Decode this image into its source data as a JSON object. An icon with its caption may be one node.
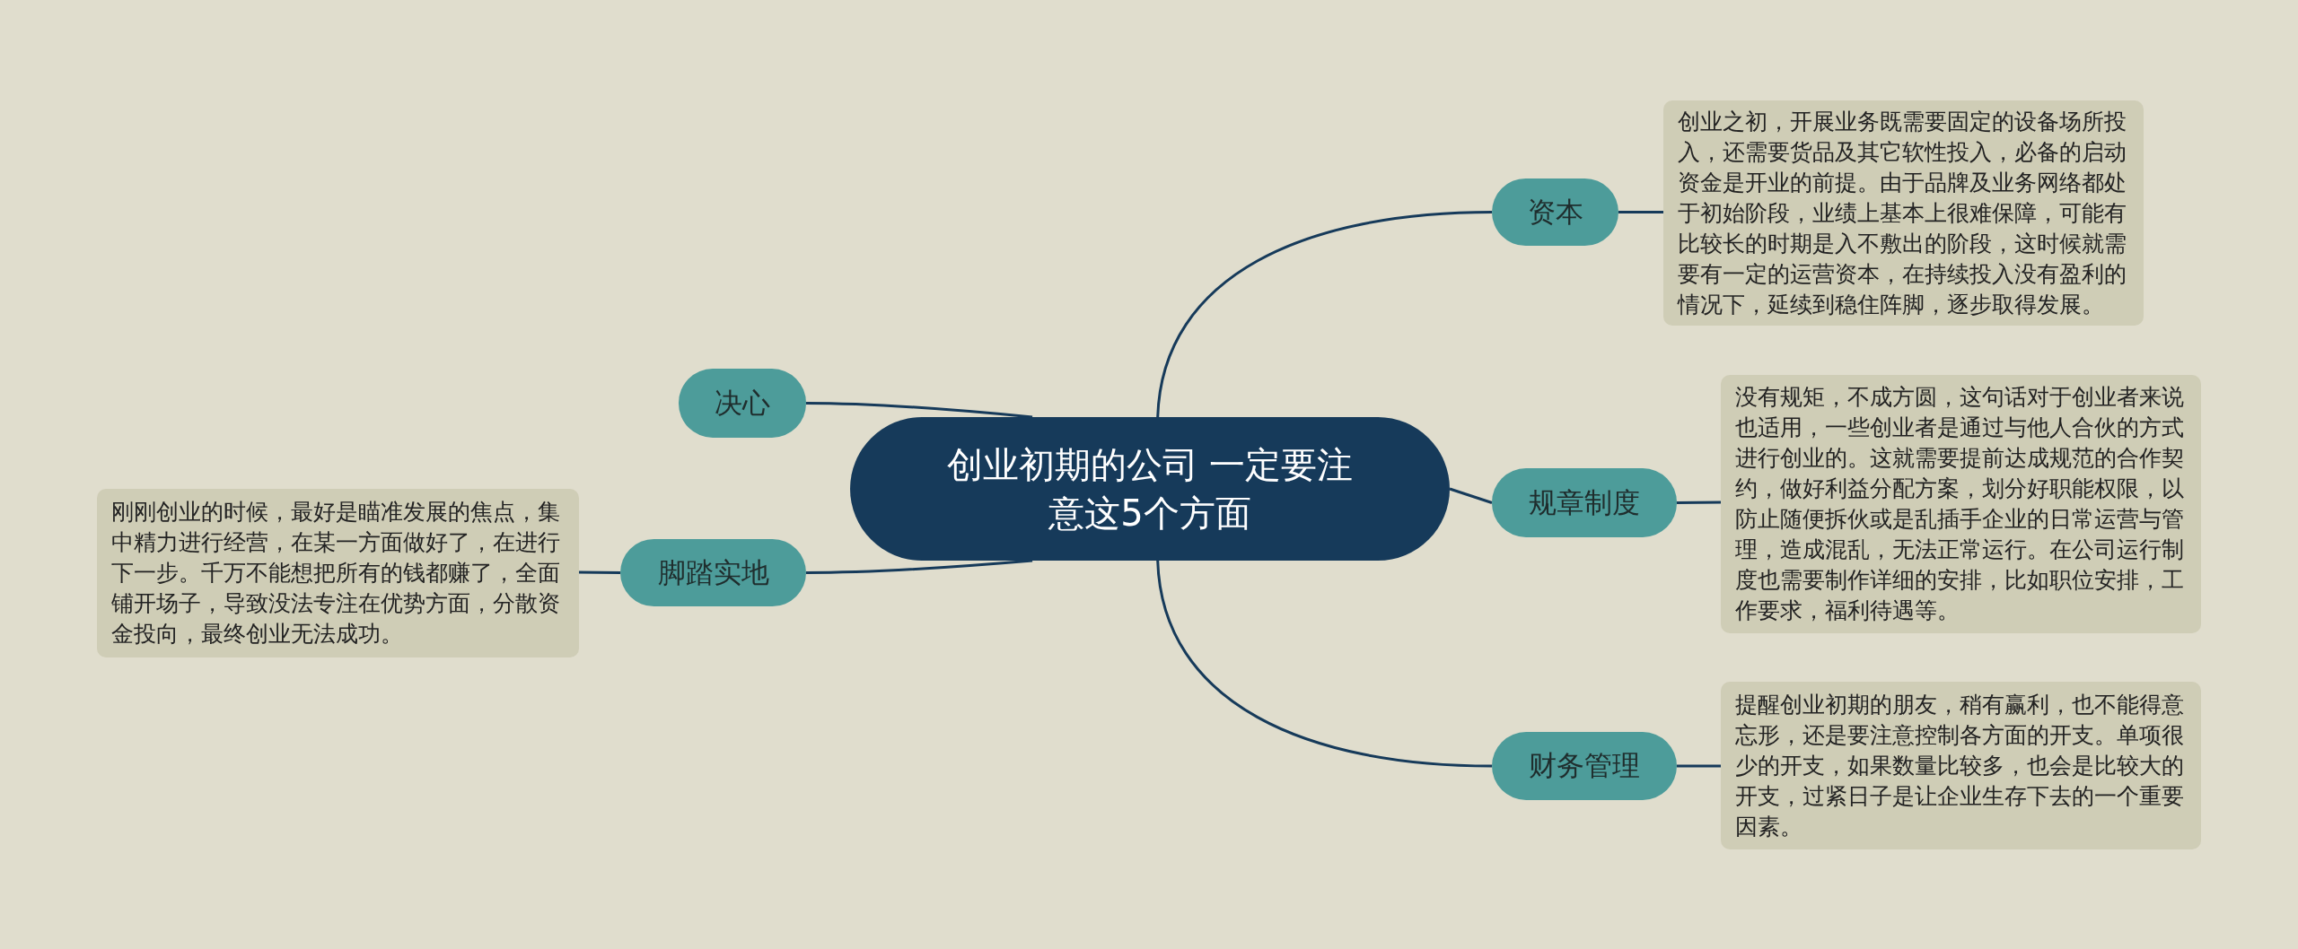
{
  "diagram": {
    "nodes": [
      {
        "text": [
          "创业初期的公司 一定要注意这5个方面"
        ]
      },
      {
        "text": [
          "资本"
        ]
      },
      {
        "text": [
          "创业之初，开展业务既需要固定的设备场所投入，还需要货品及其它软性投入，必备的启动资金是开业的前提。由于品牌及业务网络都处于初始阶段，业绩上基本上很难保障，可能有比较长的时期是入不敷出的阶段，这时候就需要有一定的运营资本，在持续投入没有盈利的情况下，延续到稳住阵脚，逐步取得发展。"
        ]
      },
      {
        "text": [
          "规章制度"
        ]
      },
      {
        "text": [
          "没有规矩，不成方圆，这句话对于创业者来说也适用，一些创业者是通过与他人合伙的方式进行创业的。这就需要提前达成规范的合作契约，做好利益分配方案，划分好职能权限，以防止随便拆伙或是乱插手企业的日常运营与管理，造成混乱，无法正常运行。在公司运行制度也需要制作详细的安排，比如职位安排，工作要求，福利待遇等。"
        ]
      },
      {
        "text": [
          "财务管理"
        ]
      },
      {
        "text": [
          "提醒创业初期的朋友，稍有赢利，也不能得意忘形，还是要注意控制各方面的开支。单项很少的开支，如果数量比较多，也会是比较大的开支，过紧日子是让企业生存下去的一个重要因素。"
        ]
      },
      {
        "text": [
          "决心"
        ]
      },
      {
        "text": [
          "脚踏实地"
        ]
      },
      {
        "text": [
          "刚刚创业的时候，最好是瞄准发展的焦点，集中精力进行经营，在某一方面做好了，在进行下一步。千万不能想把所有的钱都赚了，全面铺开场子，导致没法专注在优势方面，分散资金投向，最终创业无法成功。"
        ]
      }
    ],
    "edges": [
      {
        "from": 0,
        "to": 1,
        "arrow": "none"
      },
      {
        "from": 1,
        "to": 2,
        "arrow": "none"
      },
      {
        "from": 0,
        "to": 3,
        "arrow": "none"
      },
      {
        "from": 3,
        "to": 4,
        "arrow": "none"
      },
      {
        "from": 0,
        "to": 5,
        "arrow": "none"
      },
      {
        "from": 5,
        "to": 6,
        "arrow": "none"
      },
      {
        "from": 0,
        "to": 7,
        "arrow": "none"
      },
      {
        "from": 0,
        "to": 8,
        "arrow": "none"
      },
      {
        "from": 8,
        "to": 9,
        "arrow": "none"
      }
    ]
  }
}
